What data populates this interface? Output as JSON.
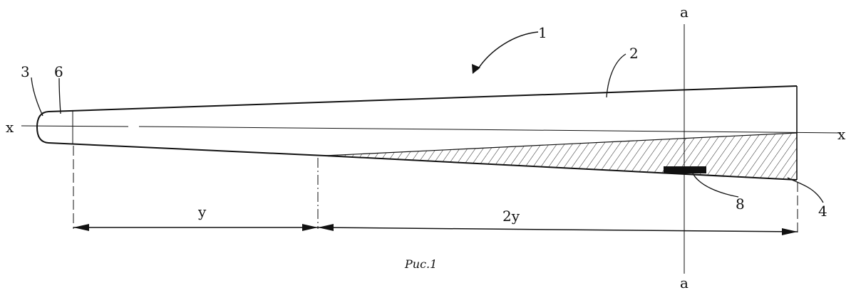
{
  "figure": {
    "caption": "Рис.1",
    "labels": {
      "l1": "1",
      "l2": "2",
      "l3": "3",
      "l4": "4",
      "l6": "6",
      "l8": "8",
      "axis_x_left": "x",
      "axis_x_right": "x",
      "axis_a_top": "a",
      "axis_a_bottom": "a",
      "dim_y": "y",
      "dim_2y": "2y"
    }
  }
}
